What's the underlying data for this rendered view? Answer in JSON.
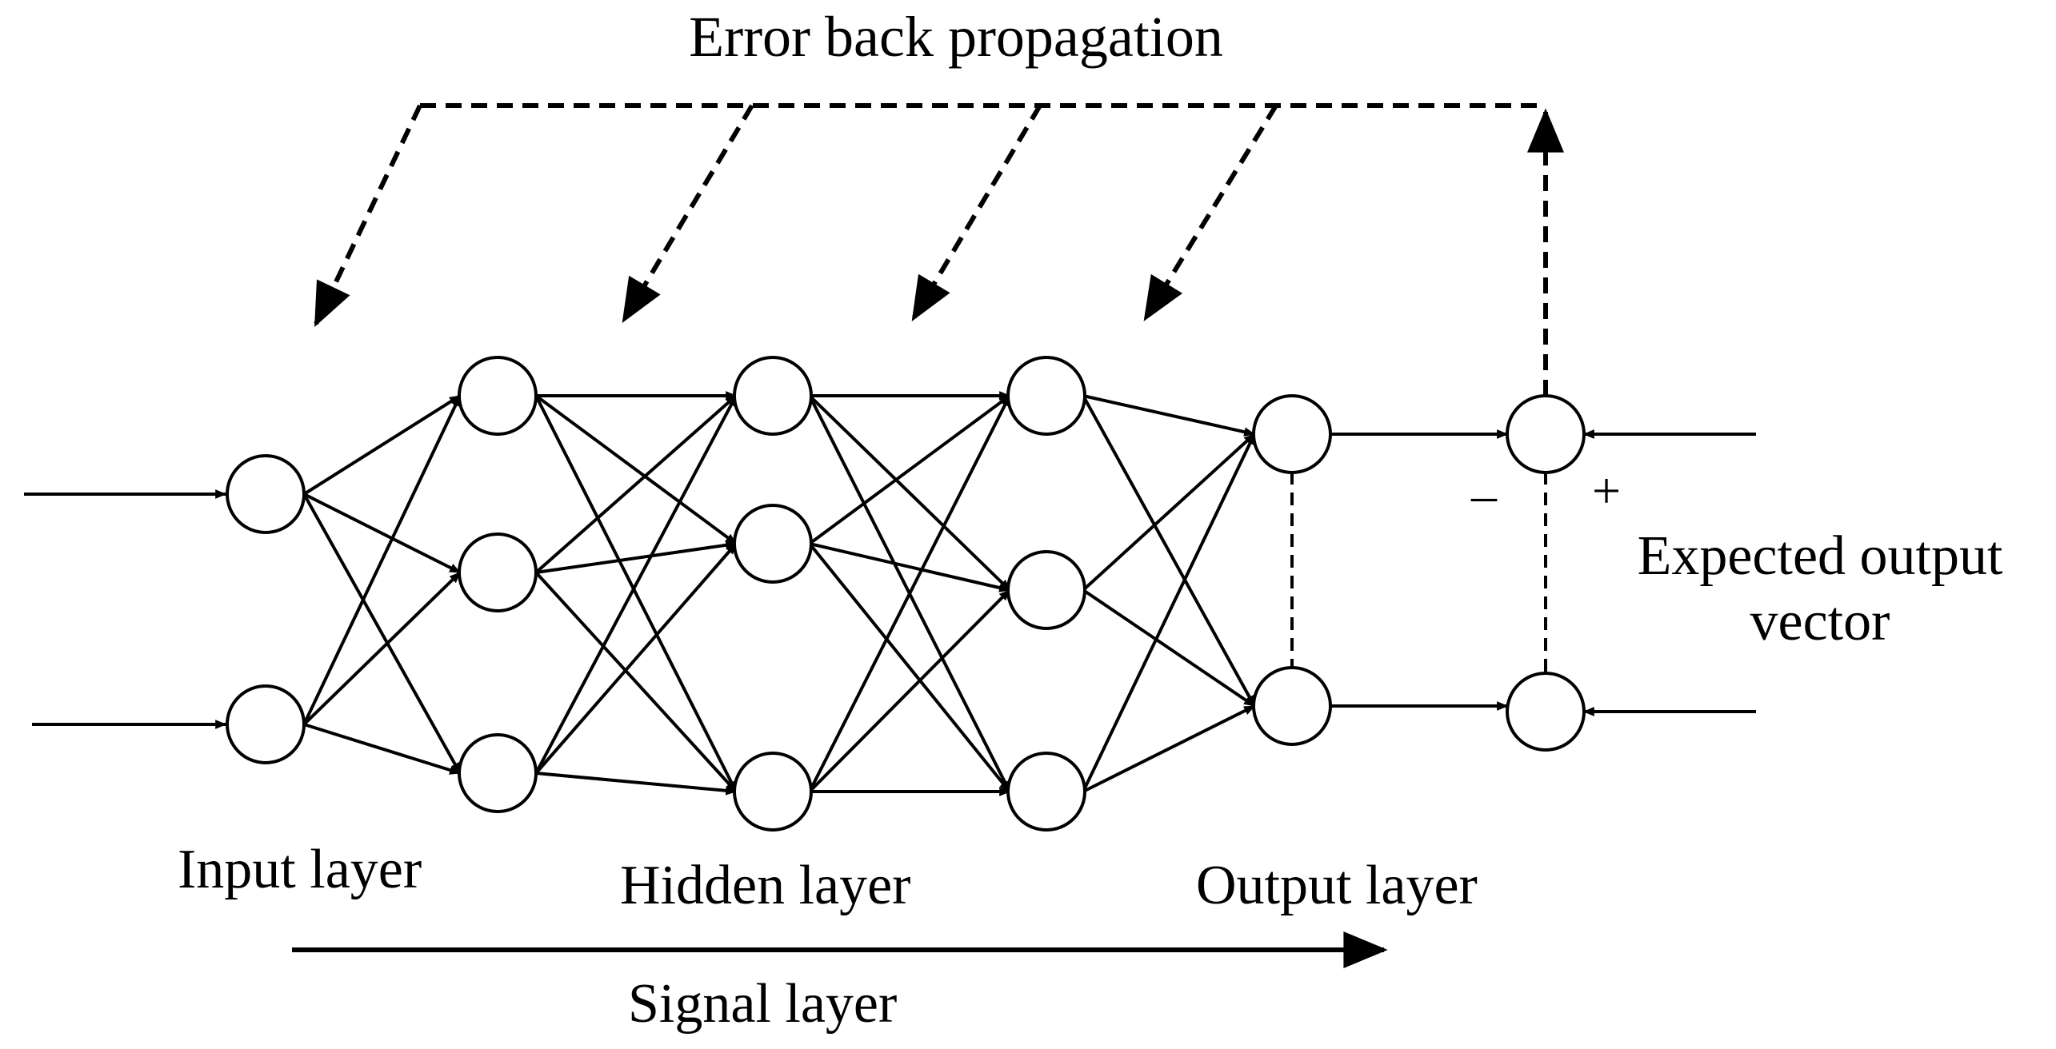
{
  "title": "Error back propagation",
  "labels": {
    "input_layer": "Input layer",
    "hidden_layer": "Hidden layer",
    "output_layer": "Output layer",
    "signal_layer": "Signal layer",
    "expected_output_line1": "Expected output",
    "expected_output_line2": "vector",
    "minus_sign": "–",
    "plus_sign": "+"
  },
  "network": {
    "layer_sizes": [
      2,
      3,
      3,
      3,
      2
    ],
    "comparator_nodes": 2,
    "input_signals": 2,
    "expected_inputs": 2,
    "backprop_targets": 4
  },
  "colors": {
    "stroke": "#000000",
    "node_fill": "#ffffff",
    "background": "#ffffff"
  }
}
